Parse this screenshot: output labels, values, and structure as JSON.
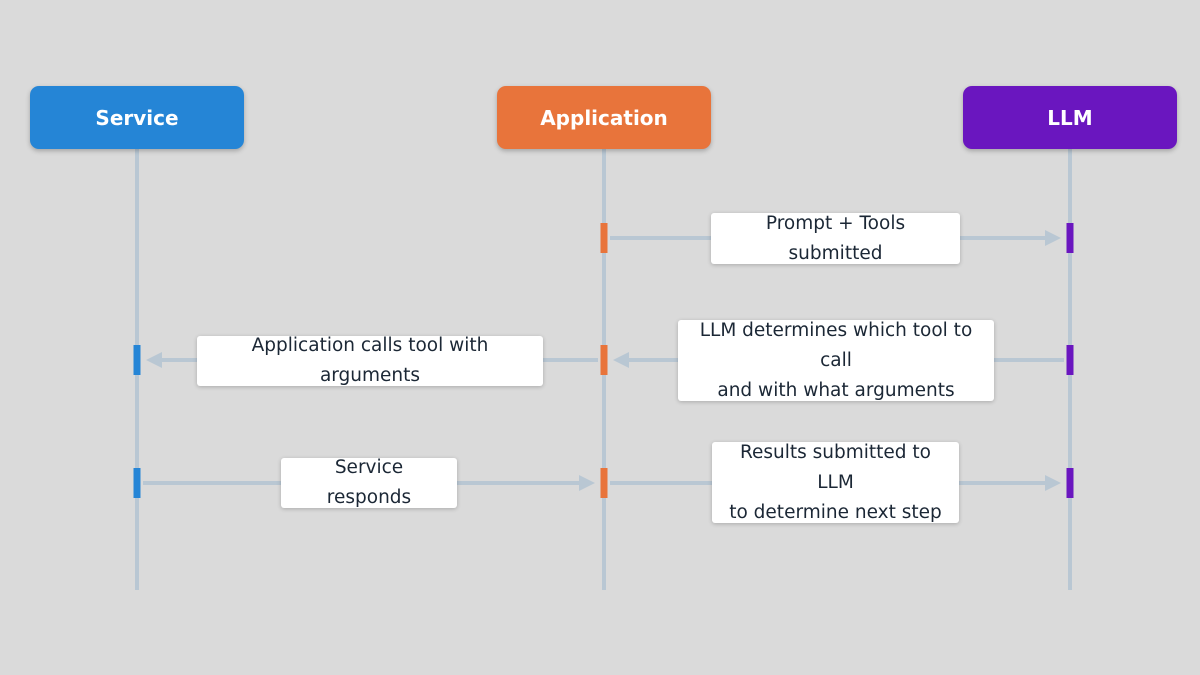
{
  "actors": [
    {
      "id": "service",
      "label": "Service",
      "color": "#2585d6"
    },
    {
      "id": "application",
      "label": "Application",
      "color": "#e8743b"
    },
    {
      "id": "llm",
      "label": "LLM",
      "color": "#6a16bf"
    }
  ],
  "lifeline_color": "#b9c7d3",
  "messages": [
    {
      "from": "application",
      "to": "llm",
      "lines": [
        "Prompt + Tools submitted"
      ]
    },
    {
      "from": "llm",
      "to": "application",
      "lines": [
        "LLM determines which tool to call",
        "and with what arguments"
      ]
    },
    {
      "from": "application",
      "to": "service",
      "lines": [
        "Application calls tool with arguments"
      ]
    },
    {
      "from": "service",
      "to": "application",
      "lines": [
        "Service responds"
      ]
    },
    {
      "from": "application",
      "to": "llm",
      "lines": [
        "Results submitted to LLM",
        "to determine next step"
      ]
    }
  ]
}
